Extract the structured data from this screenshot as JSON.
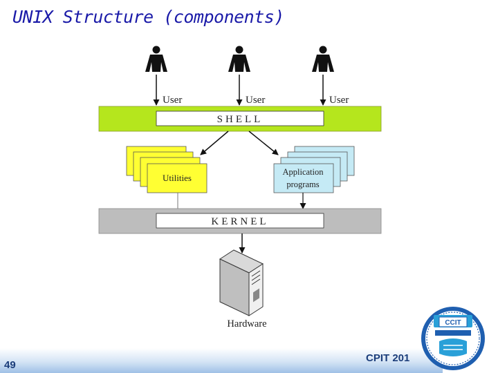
{
  "title": "UNIX Structure (components)",
  "users": [
    {
      "label": "User",
      "icon": "person-icon"
    },
    {
      "label": "User",
      "icon": "person-icon"
    },
    {
      "label": "User",
      "icon": "person-icon"
    }
  ],
  "shell": {
    "label": "SHELL",
    "color": "#b5e61d"
  },
  "utilities": {
    "label": "Utilities",
    "color": "#ffff33"
  },
  "application_programs": {
    "line1": "Application",
    "line2": "programs",
    "color": "#c5eaf5"
  },
  "kernel": {
    "label": "KERNEL",
    "color": "#bdbdbd"
  },
  "hardware": {
    "label": "Hardware",
    "icon": "server-tower-icon"
  },
  "footer": {
    "page_number": "49",
    "course_code": "CPIT 201"
  },
  "logo": {
    "text": "CCIT",
    "icon": "university-seal-icon"
  }
}
